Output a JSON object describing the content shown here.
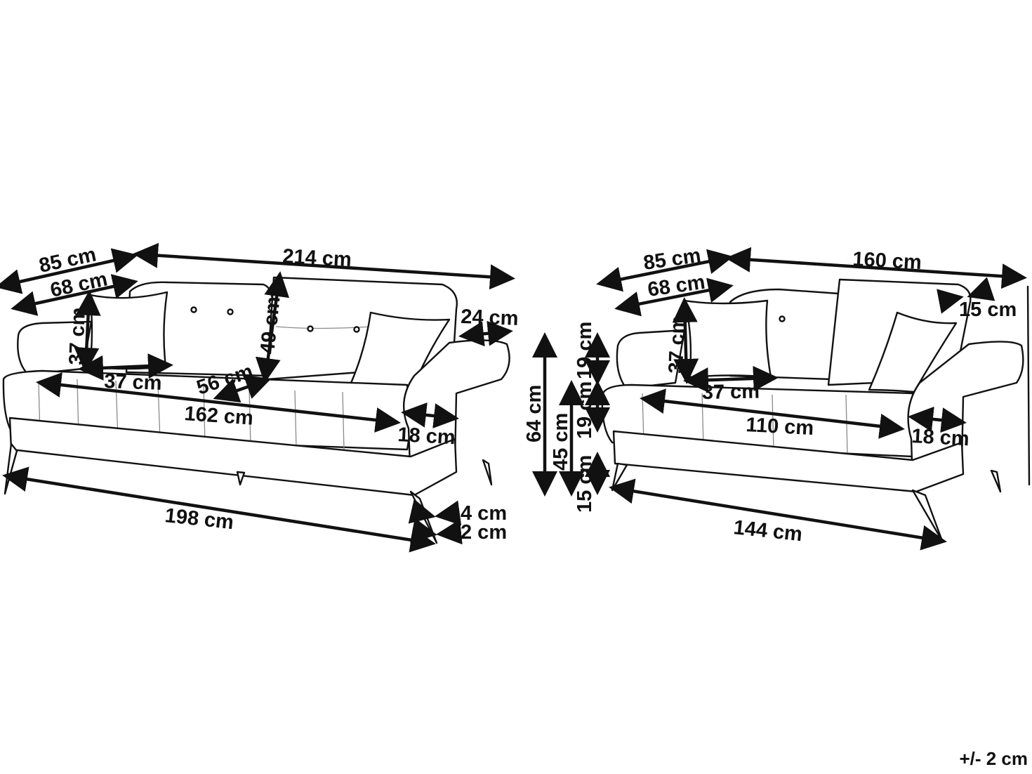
{
  "colors": {
    "ink": "#111111",
    "seam": "#8a8a8a",
    "background": "#ffffff"
  },
  "sofa_3_seater": {
    "depth": "85 cm",
    "width": "214 cm",
    "seat_depth": "68 cm",
    "cushion_height": "37 cm",
    "backrest_height": "49 cm",
    "armrest_width": "24 cm",
    "cushion_width": "37 cm",
    "seat_cushion_depth": "56 cm",
    "seat_width": "162 cm",
    "arm_inner_width": "18 cm",
    "base_width": "198 cm",
    "leg_height": "4 cm",
    "leg_inset": "2 cm"
  },
  "sofa_2_seater": {
    "depth": "85 cm",
    "width": "160 cm",
    "seat_depth": "68 cm",
    "cushion_height": "37 cm",
    "headrest_depth": "15 cm",
    "cushion_width": "37 cm",
    "seat_width": "110 cm",
    "arm_inner_width": "18 cm",
    "base_width": "144 cm"
  },
  "heights": {
    "total": "64 cm",
    "seat": "45 cm",
    "upper_back": "19 cm",
    "seat_cushion": "19 cm",
    "legs": "15 cm"
  },
  "tolerance": "+/- 2 cm"
}
